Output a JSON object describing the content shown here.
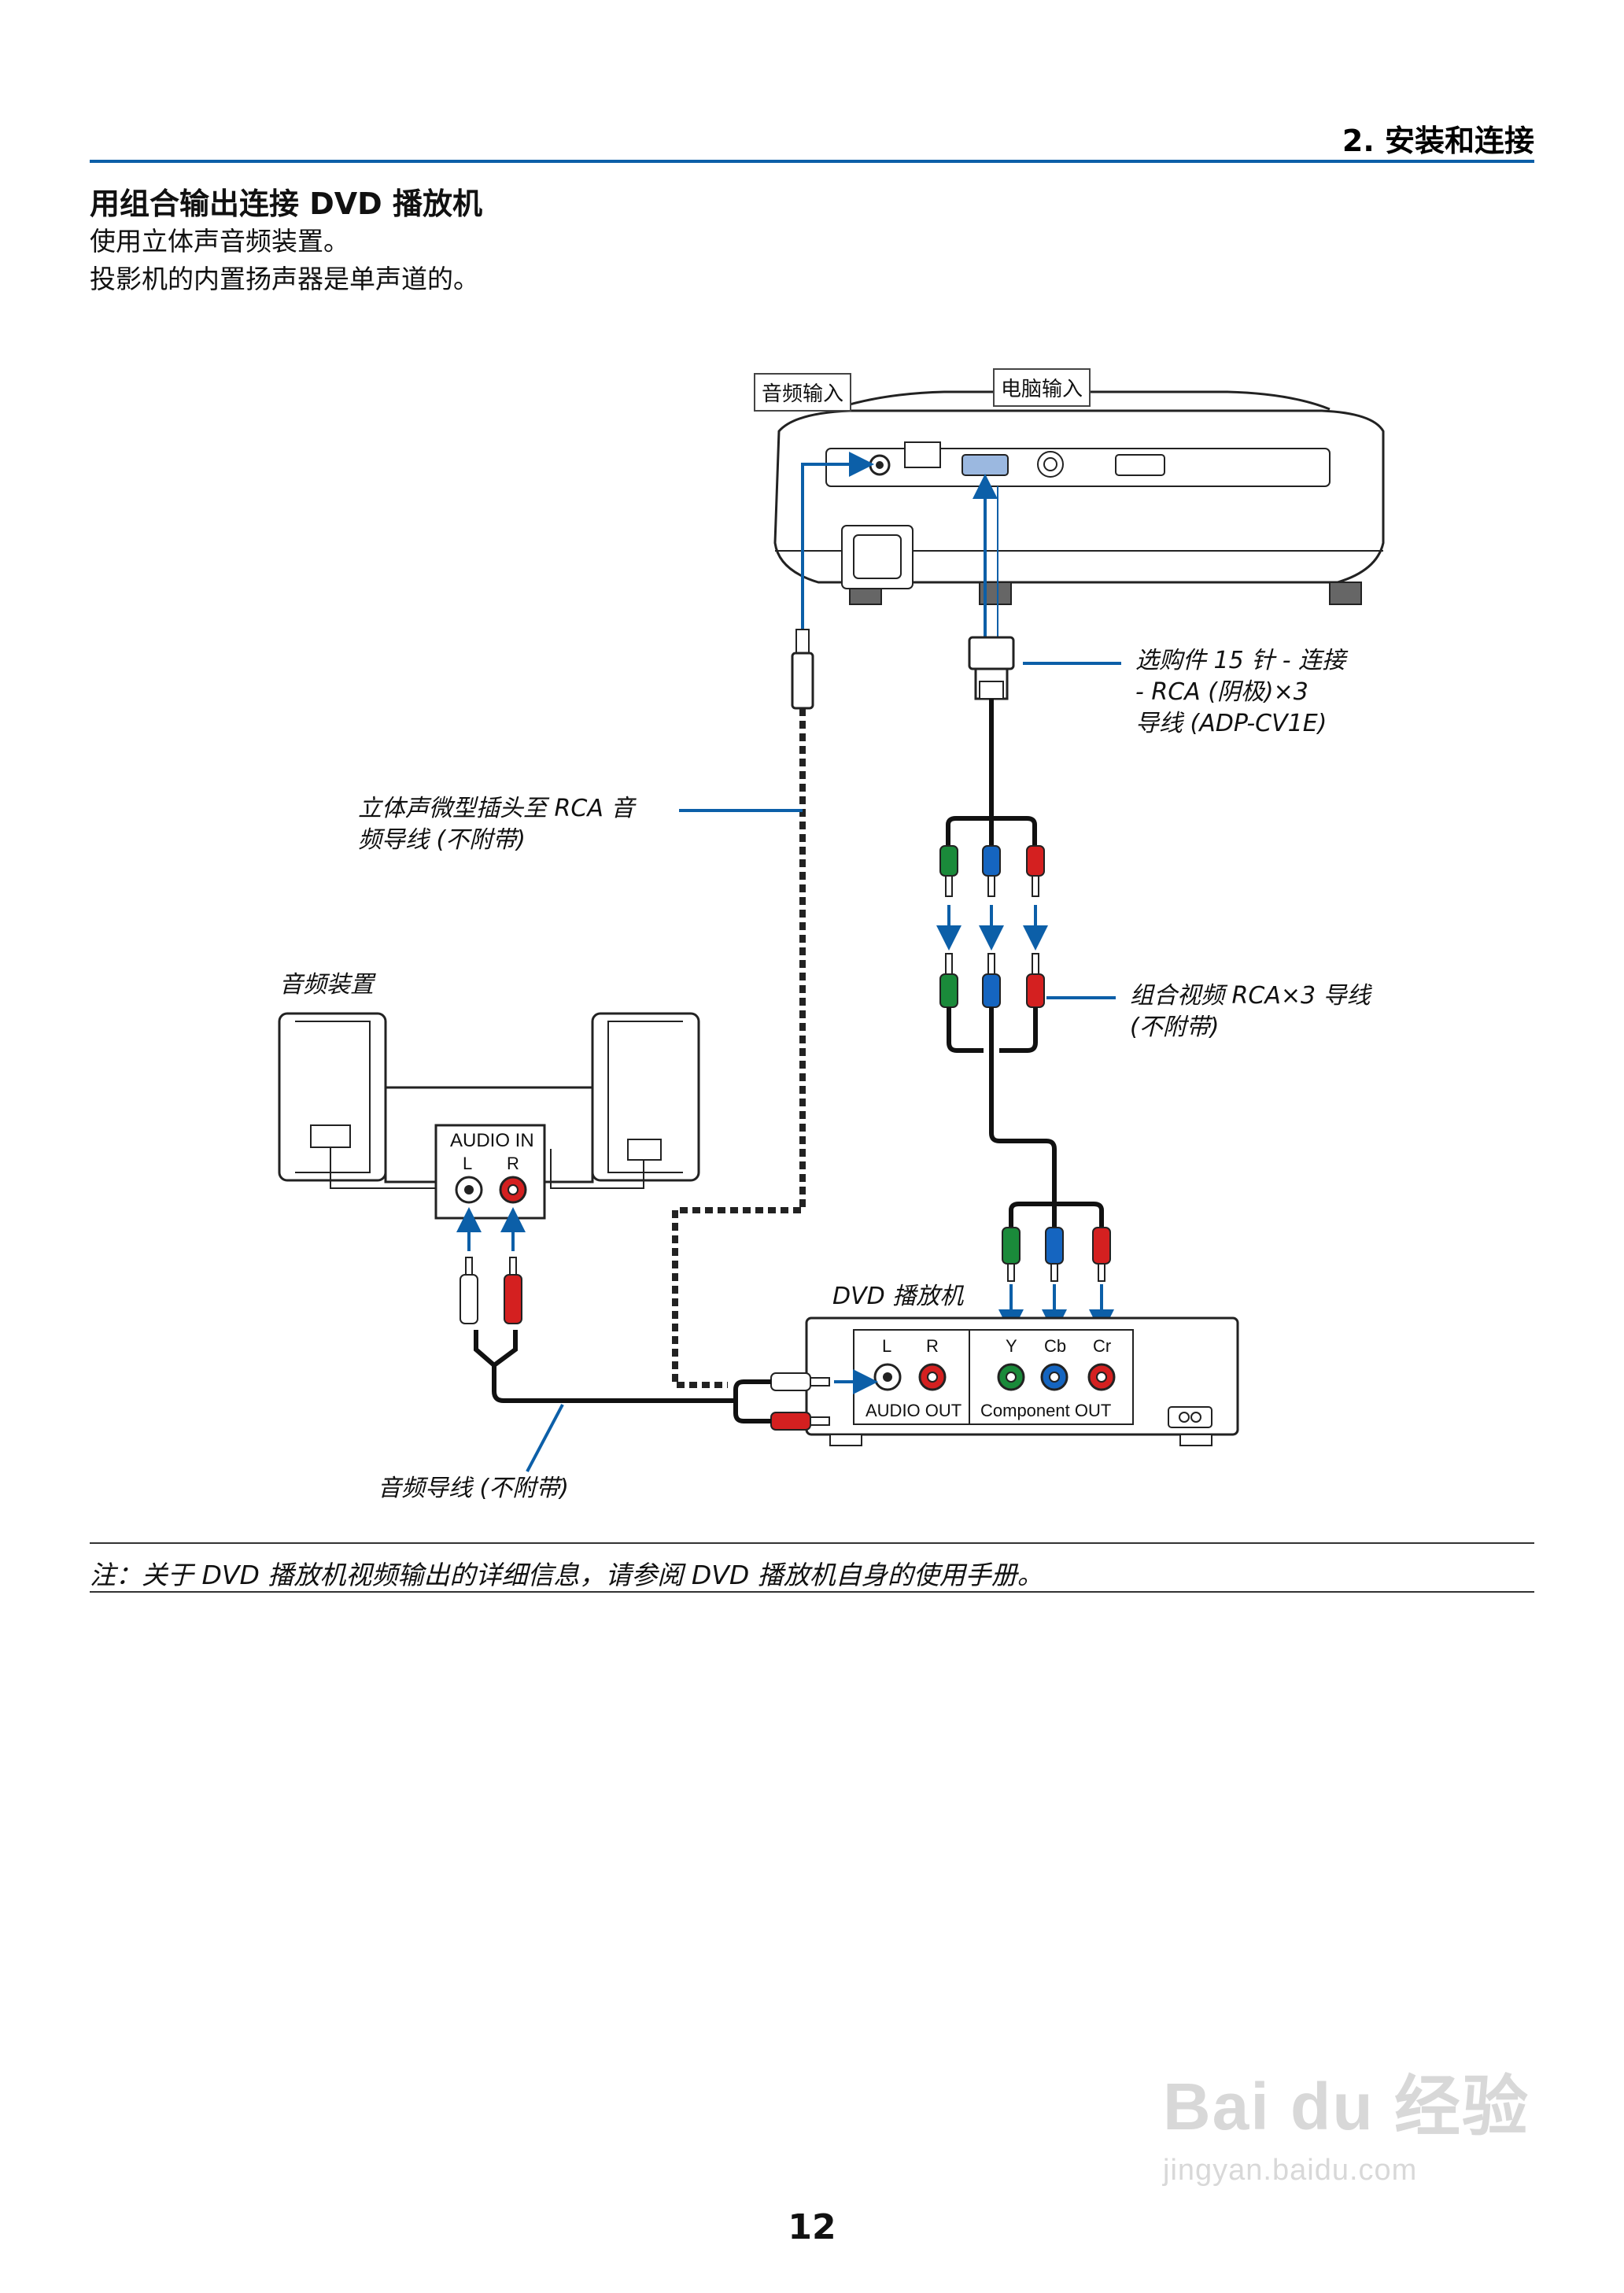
{
  "header": {
    "section": "2. 安装和连接"
  },
  "title": "用组合输出连接 DVD 播放机",
  "intro": [
    "使用立体声音频装置。",
    "投影机的内置扬声器是单声道的。"
  ],
  "projector": {
    "audio_in_label": "音频输入",
    "computer_in_label": "电脑输入"
  },
  "callouts": {
    "adapter": [
      "选购件 15 针 - 连接",
      "- RCA (阴极)×3",
      "导线 (ADP-CV1E)"
    ],
    "mini_plug": [
      "立体声微型插头至 RCA 音",
      "频导线 (不附带)"
    ],
    "audio_device": "音频装置",
    "component_cable": [
      "组合视频 RCA×3 导线",
      "(不附带)"
    ],
    "dvd_player": "DVD 播放机",
    "audio_cable": "音频导线 (不附带)"
  },
  "audio_device": {
    "panel": "AUDIO IN",
    "left": "L",
    "right": "R"
  },
  "dvd": {
    "audio_l": "L",
    "audio_r": "R",
    "audio_out": "AUDIO OUT",
    "y": "Y",
    "cb": "Cb",
    "cr": "Cr",
    "component_out": "Component OUT"
  },
  "note": "注：关于 DVD 播放机视频输出的详细信息，请参阅 DVD 播放机自身的使用手册。",
  "page_number": "12",
  "watermark": {
    "logo": "Bai du 经验",
    "url": "jingyan.baidu.com"
  },
  "colors": {
    "accent": "#0c5fa8",
    "green": "#1a8a3a",
    "blue": "#1565c0",
    "red": "#d42020"
  }
}
